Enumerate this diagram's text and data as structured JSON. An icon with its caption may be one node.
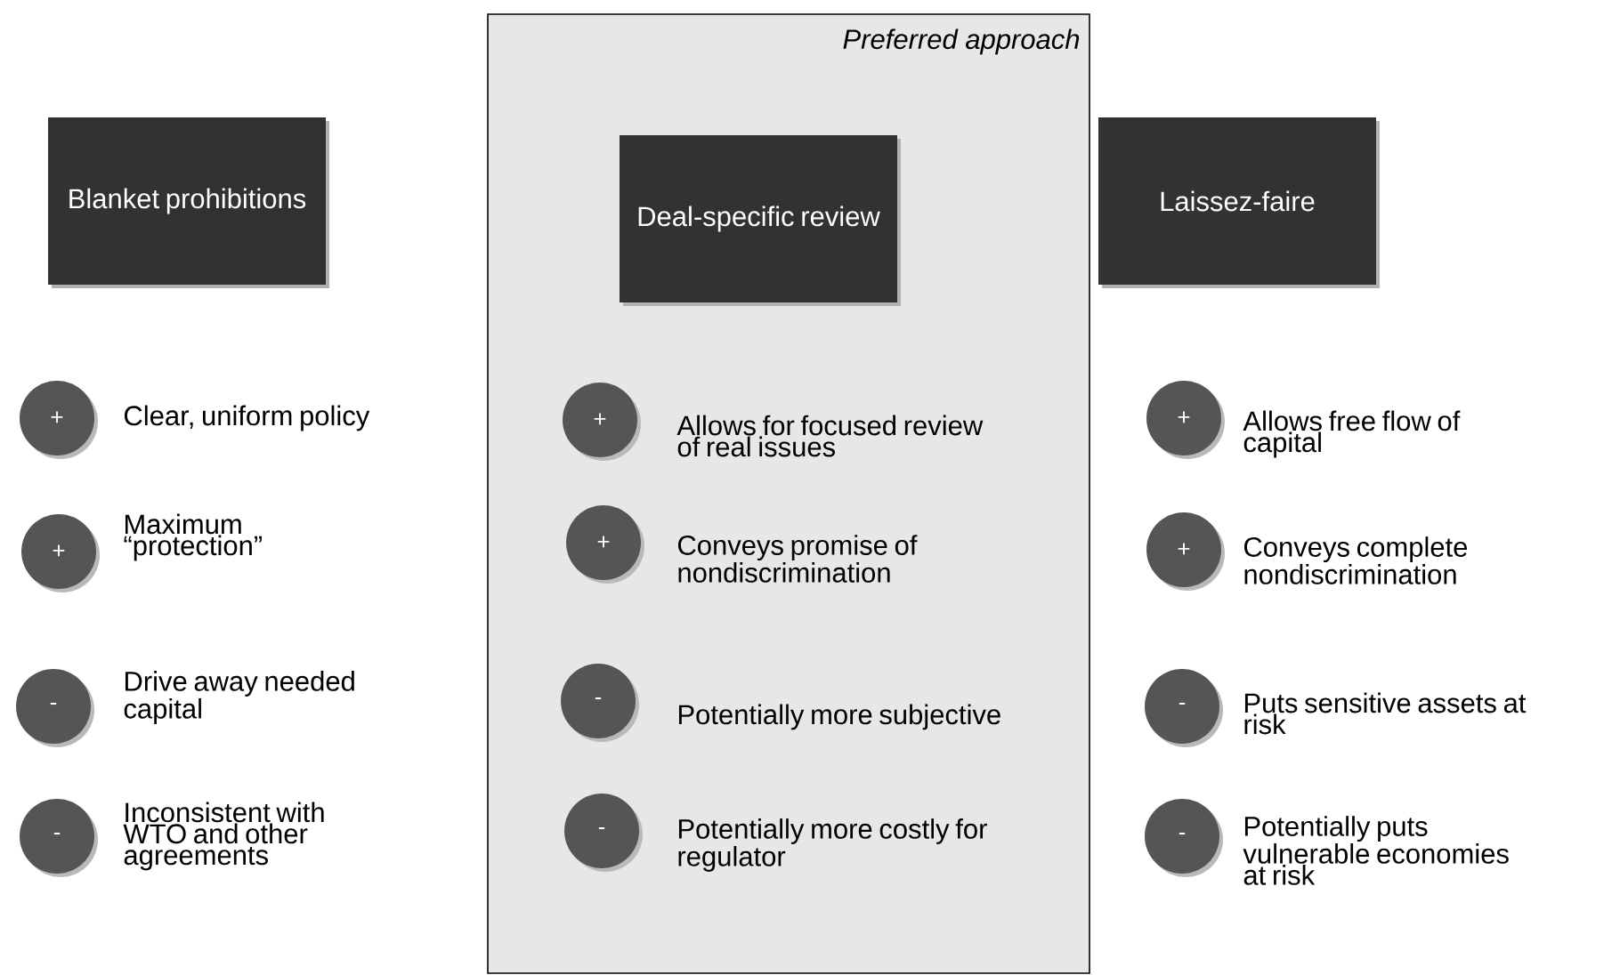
{
  "diagram": {
    "nodes": [
      {
        "text": [
          "Blanket prohibitions"
        ]
      },
      {
        "text": [
          "Preferred approach"
        ]
      },
      {
        "text": [
          "Deal-specific review"
        ],
        "in": 1
      },
      {
        "text": [
          "Laissez-faire"
        ]
      },
      {
        "text": [
          "+"
        ],
        "beside": [
          "Clear, uniform policy"
        ]
      },
      {
        "text": [
          "+"
        ],
        "beside": [
          "Maximum “protection”"
        ]
      },
      {
        "text": [
          "-"
        ],
        "beside": [
          "Drive away needed capital"
        ]
      },
      {
        "text": [
          "-"
        ],
        "beside": [
          "Inconsistent with WTO and other agreements"
        ]
      },
      {
        "text": [
          "+"
        ],
        "beside": [
          "Allows for focused review of real issues"
        ],
        "in": 1
      },
      {
        "text": [
          "+"
        ],
        "beside": [
          "Conveys promise of nondiscrimination"
        ],
        "in": 1
      },
      {
        "text": [
          "-"
        ],
        "beside": [
          "Potentially more subjective"
        ],
        "in": 1
      },
      {
        "text": [
          "-"
        ],
        "beside": [
          "Potentially more costly for regulator"
        ],
        "in": 1
      },
      {
        "text": [
          "+"
        ],
        "beside": [
          "Allows free flow of capital"
        ]
      },
      {
        "text": [
          "+"
        ],
        "beside": [
          "Conveys complete nondiscrimination"
        ]
      },
      {
        "text": [
          "-"
        ],
        "beside": [
          "Puts sensitive assets at risk"
        ]
      },
      {
        "text": [
          "-"
        ],
        "beside": [
          "Potentially puts vulnerable economies at risk"
        ]
      }
    ]
  }
}
